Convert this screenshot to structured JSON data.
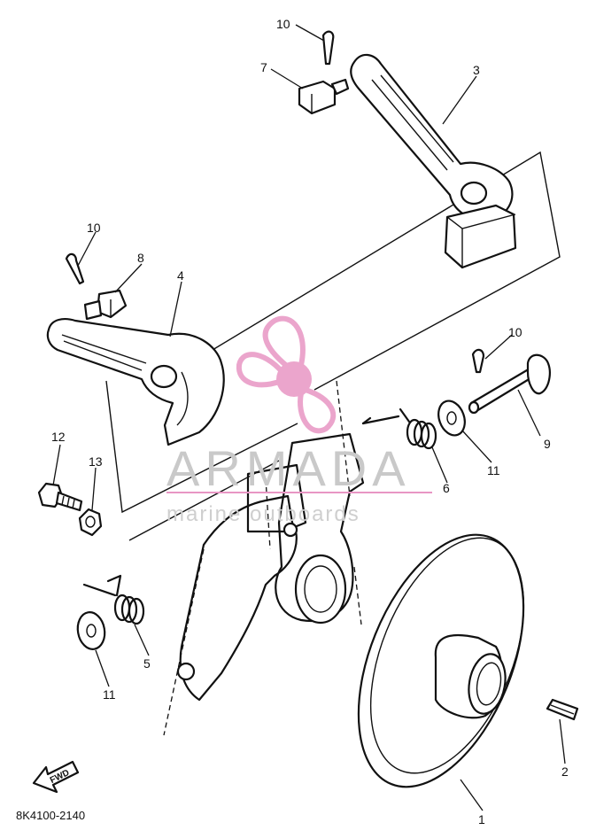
{
  "diagram": {
    "drawing_code": "8K4100-2140",
    "forward_arrow_label": "FWD",
    "callouts": [
      {
        "id": "c10a",
        "label": "10"
      },
      {
        "id": "c7",
        "label": "7"
      },
      {
        "id": "c3",
        "label": "3"
      },
      {
        "id": "c10b",
        "label": "10"
      },
      {
        "id": "c8",
        "label": "8"
      },
      {
        "id": "c4",
        "label": "4"
      },
      {
        "id": "c10c",
        "label": "10"
      },
      {
        "id": "c9",
        "label": "9"
      },
      {
        "id": "c12",
        "label": "12"
      },
      {
        "id": "c13",
        "label": "13"
      },
      {
        "id": "c6",
        "label": "6"
      },
      {
        "id": "c11a",
        "label": "11"
      },
      {
        "id": "c5",
        "label": "5"
      },
      {
        "id": "c11b",
        "label": "11"
      },
      {
        "id": "c2",
        "label": "2"
      },
      {
        "id": "c1",
        "label": "1"
      }
    ]
  },
  "watermark": {
    "brand": "ARMADA",
    "tagline": "marine outboards",
    "logo_color": "#e896c4",
    "text_color": "#c9c9c9"
  }
}
